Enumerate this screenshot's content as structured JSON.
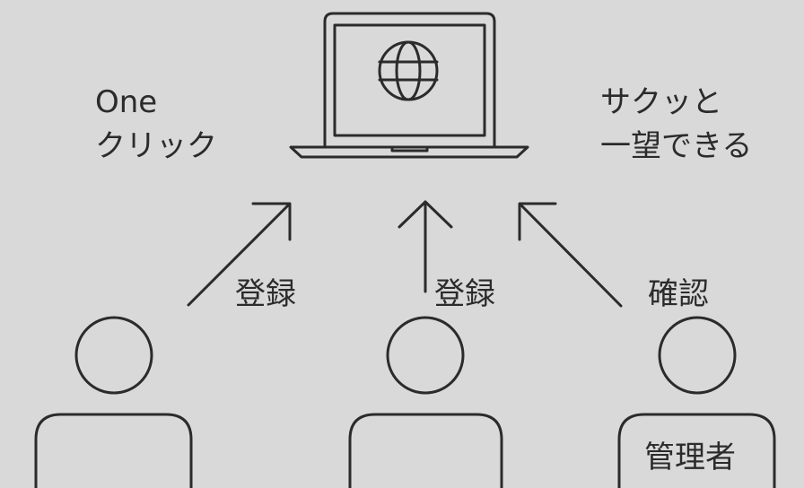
{
  "labels": {
    "left_line1": "One",
    "left_line2": "クリック",
    "right_line1": "サクッと",
    "right_line2": "一望できる"
  },
  "actions": {
    "user1": "登録",
    "user2": "登録",
    "admin": "確認"
  },
  "roles": {
    "admin": "管理者"
  },
  "icons": {
    "laptop": "laptop-icon",
    "globe": "globe-icon",
    "person": "person-icon"
  },
  "colors": {
    "background": "#d9d9d9",
    "stroke": "#2b2b2b"
  }
}
